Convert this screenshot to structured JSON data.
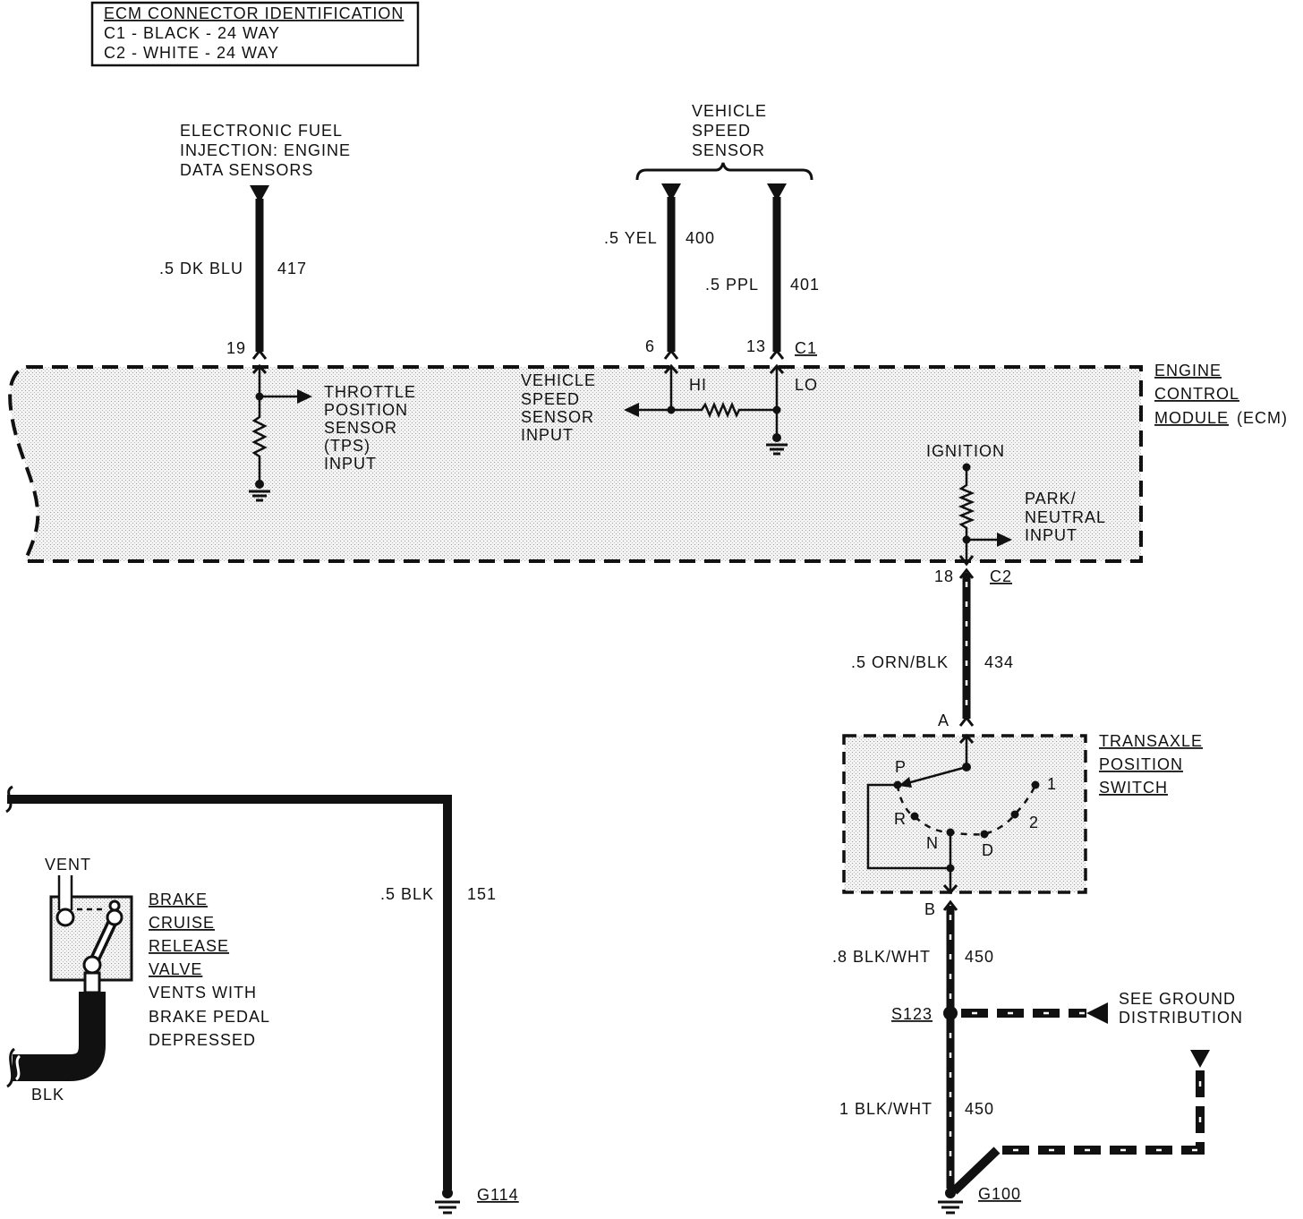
{
  "connector_identification": {
    "title": "ECM CONNECTOR IDENTIFICATION",
    "c1": "C1 - BLACK - 24 WAY",
    "c2": "C2 - WHITE - 24 WAY"
  },
  "engine_data_sensors": {
    "lines": [
      "ELECTRONIC FUEL",
      "INJECTION: ENGINE",
      "DATA SENSORS"
    ]
  },
  "vehicle_speed_sensor": {
    "lines": [
      "VEHICLE",
      "SPEED",
      "SENSOR"
    ]
  },
  "circuits": {
    "tps_signal": {
      "wire": ".5 DK BLU",
      "number": "417",
      "pin": "19"
    },
    "vss_hi": {
      "wire": ".5 YEL",
      "number": "400",
      "pin": "6"
    },
    "vss_lo": {
      "wire": ".5 PPL",
      "number": "401",
      "pin": "13"
    },
    "park_neutral": {
      "wire": ".5 ORN/BLK",
      "number": "434",
      "pin": "18"
    },
    "switch_ground": {
      "wire": ".8 BLK/WHT",
      "number": "450"
    },
    "ground_g100": {
      "wire": "1 BLK/WHT",
      "number": "450"
    },
    "ground_g114": {
      "wire": ".5 BLK",
      "number": "151"
    }
  },
  "connectors": {
    "c1": "C1",
    "c2": "C2",
    "switch_a": "A",
    "switch_b": "B"
  },
  "ecm": {
    "label": [
      "ENGINE",
      "CONTROL",
      "MODULE"
    ],
    "label_suffix": "(ECM)",
    "tps_input": [
      "THROTTLE",
      "POSITION",
      "SENSOR",
      "(TPS)",
      "INPUT"
    ],
    "vss_input": [
      "VEHICLE",
      "SPEED",
      "SENSOR",
      "INPUT"
    ],
    "hi": "HI",
    "lo": "LO",
    "ignition": "IGNITION",
    "pn_input": [
      "PARK/",
      "NEUTRAL",
      "INPUT"
    ]
  },
  "transaxle_switch": {
    "label": [
      "TRANSAXLE",
      "POSITION",
      "SWITCH"
    ],
    "positions": {
      "p": "P",
      "r": "R",
      "n": "N",
      "d": "D",
      "two": "2",
      "one": "1"
    }
  },
  "splice": {
    "id": "S123",
    "see": [
      "SEE GROUND",
      "DISTRIBUTION"
    ]
  },
  "grounds": {
    "g100": "G100",
    "g114": "G114"
  },
  "brake_valve": {
    "vent": "VENT",
    "name": [
      "BRAKE",
      "CRUISE",
      "RELEASE",
      "VALVE"
    ],
    "note": [
      "VENTS WITH",
      "BRAKE PEDAL",
      "DEPRESSED"
    ],
    "hose": "BLK"
  }
}
